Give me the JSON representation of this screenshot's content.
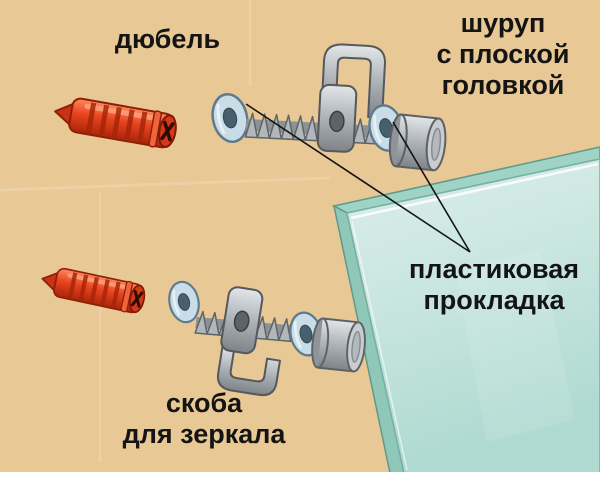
{
  "labels": {
    "dowel": "дюбель",
    "screw": [
      "шуруп",
      "с плоской",
      "головкой"
    ],
    "gasket": [
      "пластиковая",
      "прокладка"
    ],
    "bracket": [
      "скоба",
      "для зеркала"
    ]
  },
  "colors": {
    "bg": "#e8c894",
    "text": "#141414",
    "dowel": "#e2421f",
    "washer": "#c9dde8",
    "metal": "#b2b7bb",
    "mirror": "#cfe7e1",
    "mirrorEdge": "#8fc7b8",
    "strip": "#ffffff",
    "leaderLine": "#141414"
  }
}
